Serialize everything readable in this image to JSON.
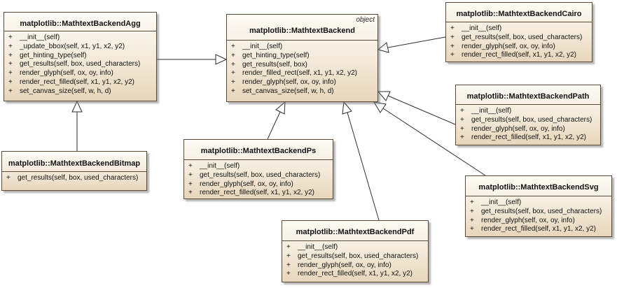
{
  "classes": {
    "agg": {
      "name": "matplotlib::MathtextBackendAgg",
      "methods": [
        {
          "vis": "+",
          "sig": "__init__(self)"
        },
        {
          "vis": "+",
          "sig": "_update_bbox(self, x1, y1, x2, y2)"
        },
        {
          "vis": "+",
          "sig": "get_hinting_type(self)"
        },
        {
          "vis": "+",
          "sig": "get_results(self, box, used_characters)"
        },
        {
          "vis": "+",
          "sig": "render_glyph(self, ox, oy, info)"
        },
        {
          "vis": "+",
          "sig": "render_rect_filled(self, x1, y1, x2, y2)"
        },
        {
          "vis": "+",
          "sig": "set_canvas_size(self, w, h, d)"
        }
      ]
    },
    "base": {
      "name": "matplotlib::MathtextBackend",
      "stereotype": "object",
      "methods": [
        {
          "vis": "+",
          "sig": "__init__(self)"
        },
        {
          "vis": "+",
          "sig": "get_hinting_type(self)"
        },
        {
          "vis": "+",
          "sig": "get_results(self, box)"
        },
        {
          "vis": "+",
          "sig": "render_filled_rect(self, x1, y1, x2, y2)"
        },
        {
          "vis": "+",
          "sig": "render_glyph(self, ox, oy, info)"
        },
        {
          "vis": "+",
          "sig": "set_canvas_size(self, w, h, d)"
        }
      ]
    },
    "cairo": {
      "name": "matplotlib::MathtextBackendCairo",
      "methods": [
        {
          "vis": "+",
          "sig": "__init__(self)"
        },
        {
          "vis": "+",
          "sig": "get_results(self, box, used_characters)"
        },
        {
          "vis": "+",
          "sig": "render_glyph(self, ox, oy, info)"
        },
        {
          "vis": "+",
          "sig": "render_rect_filled(self, x1, y1, x2, y2)"
        }
      ]
    },
    "path": {
      "name": "matplotlib::MathtextBackendPath",
      "methods": [
        {
          "vis": "+",
          "sig": "__init__(self)"
        },
        {
          "vis": "+",
          "sig": "get_results(self, box, used_characters)"
        },
        {
          "vis": "+",
          "sig": "render_glyph(self, ox, oy, info)"
        },
        {
          "vis": "+",
          "sig": "render_rect_filled(self, x1, y1, x2, y2)"
        }
      ]
    },
    "bitmap": {
      "name": "matplotlib::MathtextBackendBitmap",
      "methods": [
        {
          "vis": "+",
          "sig": "get_results(self, box, used_characters)"
        }
      ]
    },
    "ps": {
      "name": "matplotlib::MathtextBackendPs",
      "methods": [
        {
          "vis": "+",
          "sig": "__init__(self)"
        },
        {
          "vis": "+",
          "sig": "get_results(self, box, used_characters)"
        },
        {
          "vis": "+",
          "sig": "render_glyph(self, ox, oy, info)"
        },
        {
          "vis": "+",
          "sig": "render_rect_filled(self, x1, y1, x2, y2)"
        }
      ]
    },
    "svg": {
      "name": "matplotlib::MathtextBackendSvg",
      "methods": [
        {
          "vis": "+",
          "sig": "__init__(self)"
        },
        {
          "vis": "+",
          "sig": "get_results(self, box, used_characters)"
        },
        {
          "vis": "+",
          "sig": "render_glyph(self, ox, oy, info)"
        },
        {
          "vis": "+",
          "sig": "render_rect_filled(self, x1, y1, x2, y2)"
        }
      ]
    },
    "pdf": {
      "name": "matplotlib::MathtextBackendPdf",
      "methods": [
        {
          "vis": "+",
          "sig": "__init__(self)"
        },
        {
          "vis": "+",
          "sig": "get_results(self, box, used_characters)"
        },
        {
          "vis": "+",
          "sig": "render_glyph(self, ox, oy, info)"
        },
        {
          "vis": "+",
          "sig": "render_rect_filled(self, x1, y1, x2, y2)"
        }
      ]
    }
  },
  "relations": [
    {
      "from": "matplotlib::MathtextBackendAgg",
      "to": "matplotlib::MathtextBackend",
      "type": "inheritance"
    },
    {
      "from": "matplotlib::MathtextBackendCairo",
      "to": "matplotlib::MathtextBackend",
      "type": "inheritance"
    },
    {
      "from": "matplotlib::MathtextBackendPath",
      "to": "matplotlib::MathtextBackend",
      "type": "inheritance"
    },
    {
      "from": "matplotlib::MathtextBackendPs",
      "to": "matplotlib::MathtextBackend",
      "type": "inheritance"
    },
    {
      "from": "matplotlib::MathtextBackendPdf",
      "to": "matplotlib::MathtextBackend",
      "type": "inheritance"
    },
    {
      "from": "matplotlib::MathtextBackendSvg",
      "to": "matplotlib::MathtextBackend",
      "type": "inheritance"
    },
    {
      "from": "matplotlib::MathtextBackendBitmap",
      "to": "matplotlib::MathtextBackendAgg",
      "type": "inheritance"
    }
  ],
  "colors": {
    "border": "#5a4a36",
    "fill_top": "#fdfbf6",
    "fill_bottom": "#e7d6bb",
    "edge": "#2f2f2f"
  }
}
